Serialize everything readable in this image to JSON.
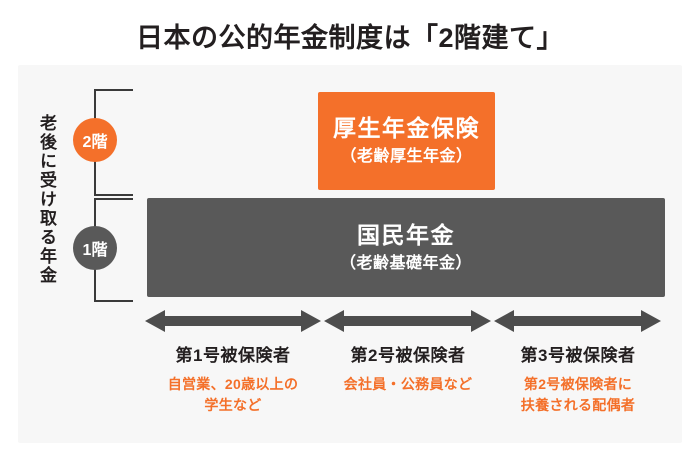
{
  "title": "日本の公的年金制度は「2階建て」",
  "left_axis": {
    "caption": "老後に受け取る年金",
    "tiers": [
      {
        "badge": "2階"
      },
      {
        "badge": "1階"
      }
    ]
  },
  "tiers": [
    {
      "name": "厚生年金保険",
      "sub": "（老齢厚生年金）",
      "color": "#f4702a",
      "floor": "2階"
    },
    {
      "name": "国民年金",
      "sub": "（老齢基礎年金）",
      "color": "#595959",
      "floor": "1階"
    }
  ],
  "categories": [
    {
      "title": "第1号被保険者",
      "desc": "自営業、20歳以上の\n学生など",
      "desc_line1": "自営業、20歳以上の",
      "desc_line2": "学生など"
    },
    {
      "title": "第2号被保険者",
      "desc": "会社員・公務員など",
      "desc_line1": "会社員・公務員など",
      "desc_line2": ""
    },
    {
      "title": "第3号被保険者",
      "desc": "第2号被保険者に\n扶養される配偶者",
      "desc_line1": "第2号被保険者に",
      "desc_line2": "扶養される配偶者"
    }
  ],
  "colors": {
    "accent_orange": "#f4702a",
    "dark_gray": "#595959",
    "panel_bg": "#f7f7f7",
    "text_dark": "#231f20",
    "arrow_gray": "#4d4d4d"
  }
}
